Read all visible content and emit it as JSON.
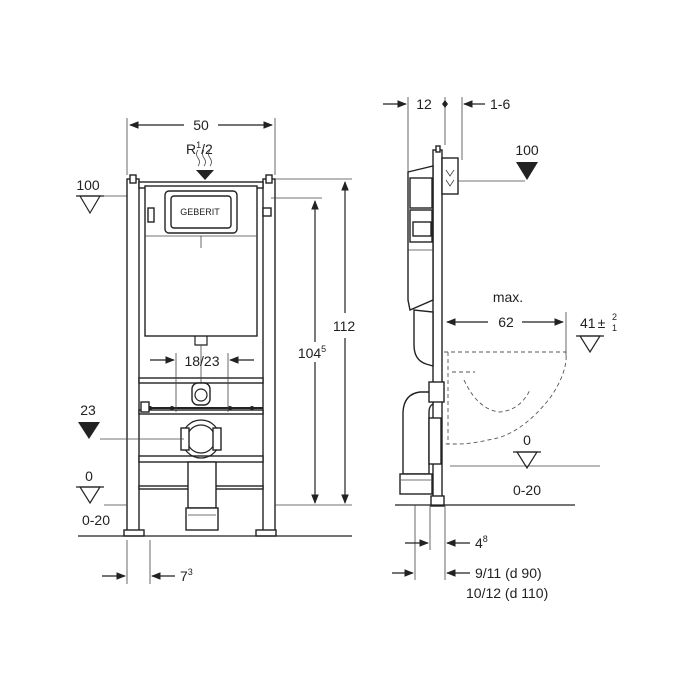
{
  "front_view": {
    "width_label": "50",
    "inlet_label_main": "R",
    "inlet_label_sup": "1",
    "inlet_label_sub": "/2",
    "level_top_label": "100",
    "level_mid_label": "23",
    "level_zero_label": "0",
    "floor_range_label": "0-20",
    "pipe_spacing_label": "18/23",
    "total_height_label": "112",
    "flush_height_main": "104",
    "flush_height_sup": "5",
    "foot_width_main": "7",
    "foot_width_sup": "3",
    "brand_label": "GEBERIT"
  },
  "side_view": {
    "depth_label": "12",
    "offset_label": "1-6",
    "level_top_label": "100",
    "max_label": "max.",
    "max_value_label": "62",
    "bowl_height_main": "41",
    "bowl_height_tol_top": "2",
    "bowl_height_tol_bottom": "1",
    "bowl_height_pm": "±",
    "level_zero_label": "0",
    "floor_range_label": "0-20",
    "wall_offset_main": "4",
    "wall_offset_sup": "8",
    "drain_label_1": "9/11 (d 90)",
    "drain_label_2": "10/12 (d 110)"
  }
}
